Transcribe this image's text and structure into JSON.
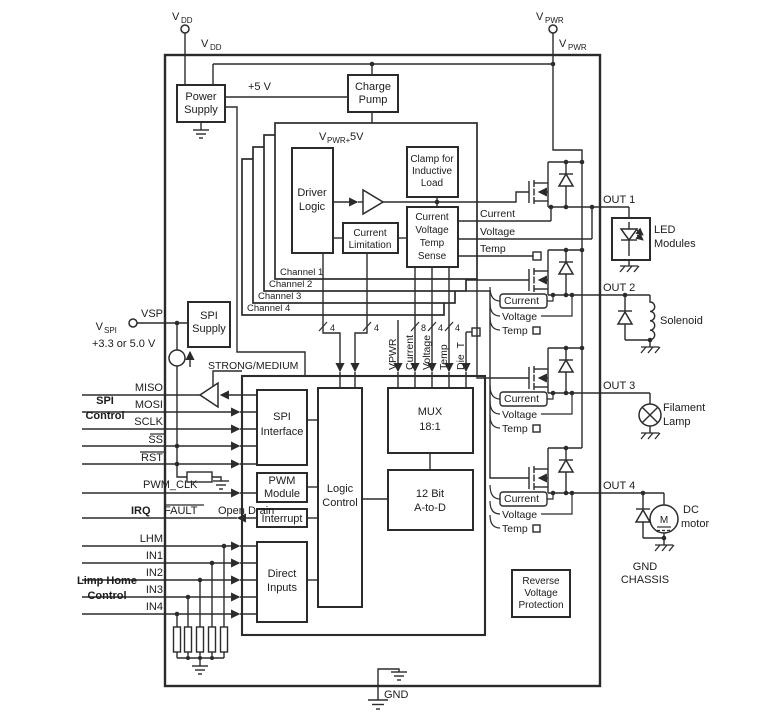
{
  "top": {
    "vdd_main": "V",
    "vdd_sub": "DD",
    "vpwr_main": "V",
    "vpwr_sub": "PWR",
    "plus_5v": "+5 V"
  },
  "blocks": {
    "power_supply": [
      "Power",
      "Supply"
    ],
    "charge_pump": [
      "Charge",
      "Pump"
    ],
    "spi_supply": [
      "SPI",
      "Supply"
    ],
    "driver_logic": [
      "Driver",
      "Logic"
    ],
    "clamp": [
      "Clamp for",
      "Inductive",
      "Load"
    ],
    "current_limitation": [
      "Current",
      "Limitation"
    ],
    "cvt_sense": [
      "Current",
      "Voltage",
      "Temp",
      "Sense"
    ],
    "spi_interface": [
      "SPI",
      "Interface"
    ],
    "pwm_module": [
      "PWM",
      "Module"
    ],
    "interrupt": "Interrupt",
    "direct_inputs": [
      "Direct",
      "Inputs"
    ],
    "logic_control": [
      "Logic",
      "Control"
    ],
    "mux": [
      "MUX",
      "18:1"
    ],
    "adc": [
      "12 Bit",
      "A-to-D"
    ],
    "rvp": [
      "Reverse",
      "Voltage",
      "Protection"
    ]
  },
  "channels": {
    "c1": "Channel 1",
    "c2": "Channel 2",
    "c3": "Channel 3",
    "c4": "Channel 4",
    "vpwr5_main": "V",
    "vpwr5_sub": "PWR+",
    "vpwr5_rest": "5V"
  },
  "left": {
    "vspi_main": "V",
    "vspi_sub": "SPI",
    "vspi_voltage": "+3.3 or 5.0 V",
    "vspi_net": "VSPI",
    "strong_medium": "STRONG/MEDIUM",
    "miso": "MISO",
    "mosi": "MOSI",
    "sclk": "SCLK",
    "ss": "SS",
    "rst": "RST",
    "spi_control": [
      "SPI",
      "Control"
    ],
    "pwm_clk": "PWM_CLK",
    "irq": "IRQ",
    "fault": "FAULT",
    "open_drain": "Open Drain",
    "lhm": "LHM",
    "in1": "IN1",
    "in2": "IN2",
    "in3": "IN3",
    "in4": "IN4",
    "limp_home": [
      "Limp Home",
      "Control"
    ]
  },
  "buses": {
    "a": "4",
    "b": "4",
    "current": "8",
    "voltage": "4",
    "temp": "4"
  },
  "mux_inputs": {
    "vpwr": "VPWR",
    "current": "Current",
    "voltage": "Voltage",
    "temp": "Temp",
    "die_t": "Die_T"
  },
  "sense": {
    "ch1": {
      "current": "Current",
      "voltage": "Voltage",
      "temp": "Temp"
    },
    "ch2": {
      "current": "Current",
      "voltage": "Voltage",
      "temp": "Temp"
    },
    "ch3": {
      "current": "Current",
      "voltage": "Voltage",
      "temp": "Temp"
    },
    "ch4": {
      "current": "Current",
      "voltage": "Voltage",
      "temp": "Temp"
    }
  },
  "outputs": {
    "out1": "OUT 1",
    "out2": "OUT 2",
    "out3": "OUT 3",
    "out4": "OUT 4"
  },
  "loads": {
    "led": [
      "LED",
      "Modules"
    ],
    "solenoid": "Solenoid",
    "lamp": [
      "Filament",
      "Lamp"
    ],
    "dc": "DC",
    "motor": "motor",
    "motor_m": "M",
    "gnd_chassis": [
      "GND",
      "CHASSIS"
    ]
  },
  "bottom": {
    "gnd": "GND"
  },
  "colors": {
    "line": "#2b2b2b",
    "text": "#1c1c1c",
    "background": "#ffffff"
  }
}
